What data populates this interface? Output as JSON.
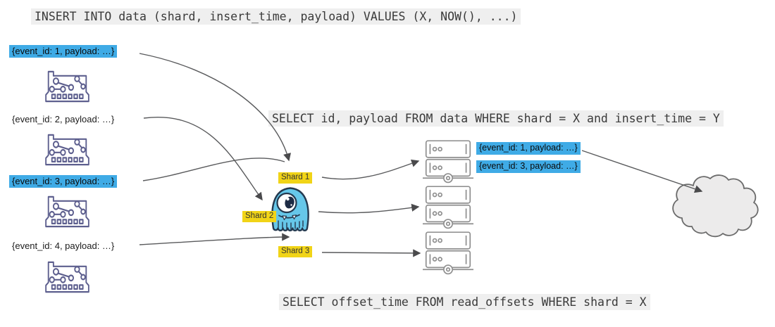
{
  "queries": {
    "insert": "INSERT INTO data (shard, insert_time, payload) VALUES (X, NOW(), ...)",
    "select_data": "SELECT id, payload FROM data WHERE shard = X and insert_time = Y",
    "select_offsets": "SELECT offset_time FROM read_offsets WHERE shard = X"
  },
  "producers": [
    {
      "label": "{event_id: 1, payload: …}",
      "highlighted": true
    },
    {
      "label": "{event_id: 2, payload: …}",
      "highlighted": false
    },
    {
      "label": "{event_id: 3, payload: …}",
      "highlighted": true
    },
    {
      "label": "{event_id: 4, payload: …}",
      "highlighted": false
    }
  ],
  "shards": [
    {
      "label": "Shard 1"
    },
    {
      "label": "Shard 2"
    },
    {
      "label": "Shard 3"
    }
  ],
  "results": [
    {
      "label": "{event_id: 1, payload: …}",
      "highlighted": true
    },
    {
      "label": "{event_id: 3, payload: …}",
      "highlighted": true
    }
  ],
  "colors": {
    "highlight_blue": "#3fabe6",
    "highlight_yellow": "#f1d417",
    "query_bg": "#efefef",
    "circuit_icon": "#5d5f8e",
    "server_icon": "#8f8f8f",
    "mascot_fill": "#66c7e9",
    "mascot_outline": "#24394f",
    "arrow": "#595a5c",
    "cloud_fill": "#ecebeb",
    "cloud_stroke": "#6b6b6b"
  }
}
